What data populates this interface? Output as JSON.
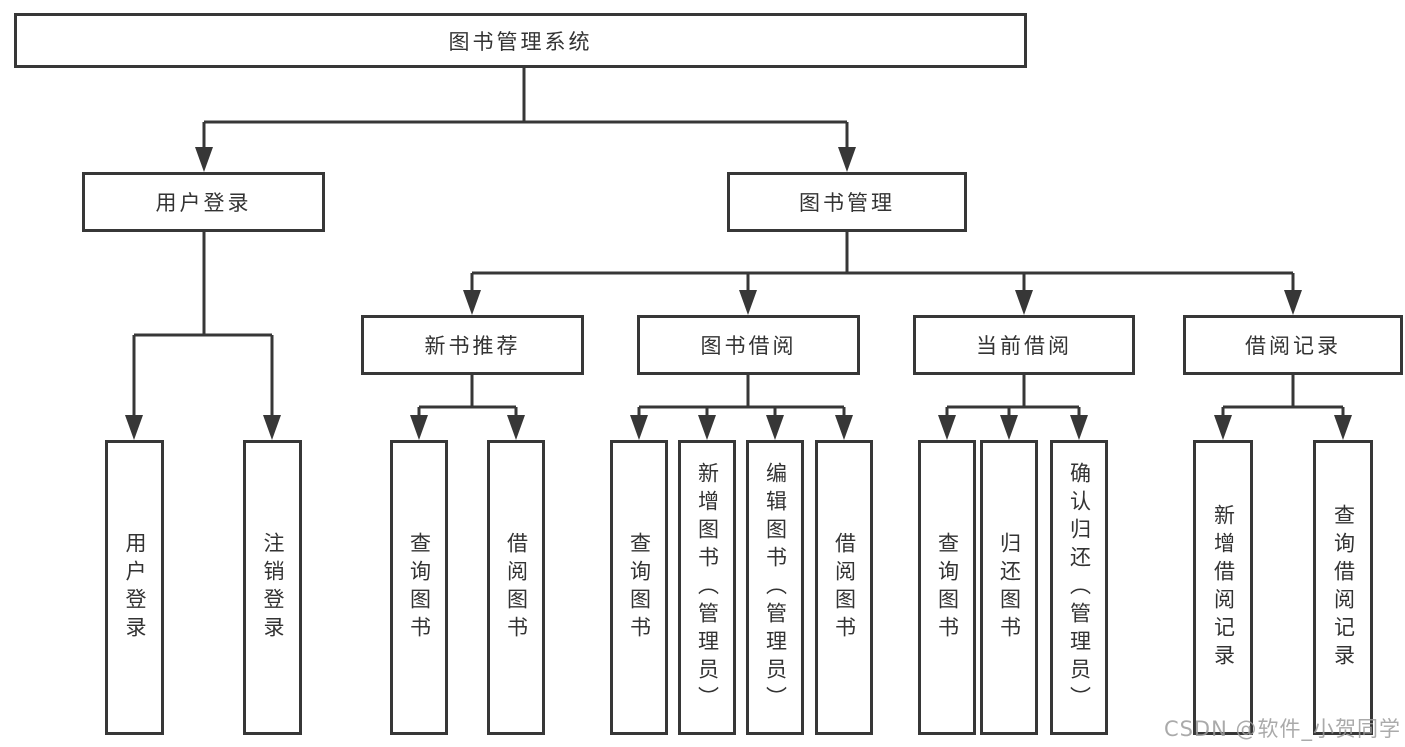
{
  "diagram": {
    "title": "图书管理系统",
    "watermark": "CSDN @软件_小贺同学",
    "colors": {
      "line": "#373737",
      "border": "#373737",
      "text": "#333333",
      "background": "#ffffff",
      "watermark": "#9c9c9c"
    },
    "nodes": [
      {
        "id": "root",
        "label": "图书管理系统",
        "parent": null,
        "level": 1,
        "orientation": "horizontal"
      },
      {
        "id": "user-login",
        "label": "用户登录",
        "parent": "root",
        "level": 2,
        "orientation": "horizontal"
      },
      {
        "id": "book-management",
        "label": "图书管理",
        "parent": "root",
        "level": 2,
        "orientation": "horizontal"
      },
      {
        "id": "new-book-recommend",
        "label": "新书推荐",
        "parent": "book-management",
        "level": 3,
        "orientation": "horizontal"
      },
      {
        "id": "book-borrow",
        "label": "图书借阅",
        "parent": "book-management",
        "level": 3,
        "orientation": "horizontal"
      },
      {
        "id": "current-borrow",
        "label": "当前借阅",
        "parent": "book-management",
        "level": 3,
        "orientation": "horizontal"
      },
      {
        "id": "borrow-records",
        "label": "借阅记录",
        "parent": "book-management",
        "level": 3,
        "orientation": "horizontal"
      },
      {
        "id": "leaf-user-login",
        "label": "用户登录",
        "parent": "user-login",
        "level": 4,
        "orientation": "vertical"
      },
      {
        "id": "leaf-logout",
        "label": "注销登录",
        "parent": "user-login",
        "level": 4,
        "orientation": "vertical"
      },
      {
        "id": "leaf-query-book-1",
        "label": "查询图书",
        "parent": "new-book-recommend",
        "level": 4,
        "orientation": "vertical"
      },
      {
        "id": "leaf-borrow-book-1",
        "label": "借阅图书",
        "parent": "new-book-recommend",
        "level": 4,
        "orientation": "vertical"
      },
      {
        "id": "leaf-query-book-2",
        "label": "查询图书",
        "parent": "book-borrow",
        "level": 4,
        "orientation": "vertical"
      },
      {
        "id": "leaf-add-book",
        "label": "新增图书（管理员）",
        "parent": "book-borrow",
        "level": 4,
        "orientation": "vertical"
      },
      {
        "id": "leaf-edit-book",
        "label": "编辑图书（管理员）",
        "parent": "book-borrow",
        "level": 4,
        "orientation": "vertical"
      },
      {
        "id": "leaf-borrow-book-2",
        "label": "借阅图书",
        "parent": "book-borrow",
        "level": 4,
        "orientation": "vertical"
      },
      {
        "id": "leaf-query-book-3",
        "label": "查询图书",
        "parent": "current-borrow",
        "level": 4,
        "orientation": "vertical"
      },
      {
        "id": "leaf-return-book",
        "label": "归还图书",
        "parent": "current-borrow",
        "level": 4,
        "orientation": "vertical"
      },
      {
        "id": "leaf-confirm-return",
        "label": "确认归还（管理员）",
        "parent": "current-borrow",
        "level": 4,
        "orientation": "vertical"
      },
      {
        "id": "leaf-add-borrow-record",
        "label": "新增借阅记录",
        "parent": "borrow-records",
        "level": 4,
        "orientation": "vertical"
      },
      {
        "id": "leaf-query-borrow-record",
        "label": "查询借阅记录",
        "parent": "borrow-records",
        "level": 4,
        "orientation": "vertical"
      }
    ]
  }
}
